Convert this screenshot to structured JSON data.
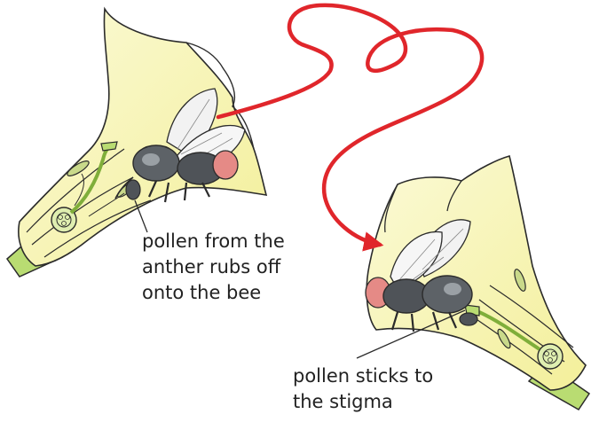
{
  "captions": {
    "anther": {
      "lines": [
        "pollen from the",
        "anther rubs off",
        "onto the bee"
      ]
    },
    "stigma": {
      "lines": [
        "pollen sticks to",
        "the stigma"
      ]
    }
  },
  "colors": {
    "petal": "#f6f3a6",
    "petal_light": "#fbfad2",
    "stem": "#b9dc72",
    "stem_dark": "#7fae3a",
    "outline": "#2b2b2b",
    "flight_path": "#e0262b",
    "bee_body": "#555a5f",
    "bee_eye": "#e58a86",
    "wing": "#f2f2f2"
  },
  "icons": [
    "flower-1",
    "flower-2",
    "bee-1",
    "bee-2",
    "flight-path-arrow"
  ]
}
